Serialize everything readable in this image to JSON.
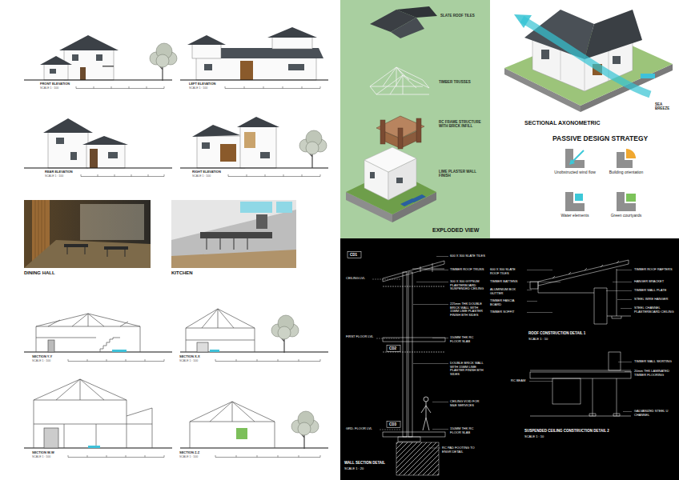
{
  "diagram": {
    "nodes": [
      {
        "text": [
          "DINING HALL"
        ]
      },
      {
        "text": [
          "KITCHEN"
        ]
      },
      {
        "text": [
          "Unobstructed wind flow"
        ]
      },
      {
        "text": [
          "Building orientation"
        ]
      },
      {
        "text": [
          "Water elements"
        ]
      },
      {
        "text": [
          "Green courtyards"
        ]
      }
    ],
    "labels": [
      "FRONT ELEVATION",
      "SCALE 1 : 100",
      "LEFT ELEVATION",
      "SCALE 1 : 100",
      "REAR ELEVATION",
      "SCALE 1 : 100",
      "RIGHT ELEVATION",
      "SCALE 1 : 100",
      "SECTION Y-Y",
      "SCALE 1 : 100",
      "SECTION X-X",
      "SCALE 1 : 100",
      "SECTION W-W",
      "SCALE 1 : 100",
      "SECTION Z-Z",
      "SCALE 1 : 100",
      "SLATE ROOF TILES",
      "TIMBER TRUSSES",
      "RC FRAME STRUCTURE WITH BRICK INFILL",
      "LIME PLASTER WALL FINISH",
      "EXPLODED VIEW",
      "SECTIONAL AXONOMETRIC",
      "SEA BREEZE",
      "PASSIVE DESIGN STRATEGY",
      "CD1",
      "CEILING LVL",
      "FIRST FLOOR LVL",
      "CD2",
      "CD3",
      "GRD. FLOOR LVL",
      "WALL SECTION DETAIL",
      "SCALE 1 : 20",
      "600 X 300 SLATE TILES",
      "TIMBER ROOF TRUSS",
      "300 X 300 GYPSUM PLASTERBOARD SUSPENDED CEILING",
      "225mm THK DOUBLE BRICK WALL WITH 15MM LIME PLASTER FINISH BTH SIDES",
      "150MM THK RC FLOOR SLAB",
      "DOUBLE BRICK WALL WITH 15MM LIME PLASTER FINISH BTH SIDES",
      "CEILING VOID FOR M&E SERVICES",
      "150MM THK RC FLOOR SLAB",
      "RC PAD FOOTING TO ENGR DETAIL",
      "600 X 300 SLATE ROOF TILES",
      "TIMBER BATTENS",
      "ALUMINIUM BOX GUTTER",
      "TIMBER FASCIA BOARD",
      "TIMBER SOFFIT",
      "TIMBER ROOF RAFTERS",
      "HANGER BRACKET",
      "TIMBER WALL PLATE",
      "STEEL WIRE HANGER",
      "STEEL CHANNEL PLASTERBOARD CEILING",
      "ROOF CONSTRUCTION DETAIL 1",
      "SCALE 1 : 10",
      "TIMBER WALL SKIRTING",
      "20mm THK LAMINATED TIMBER FLOORING",
      "RC BEAM",
      "GALVANIZED STEEL U CHANNEL",
      "SUSPENDED CEILING CONSTRUCTION DETAIL 2",
      "SCALE 1 : 10"
    ]
  }
}
